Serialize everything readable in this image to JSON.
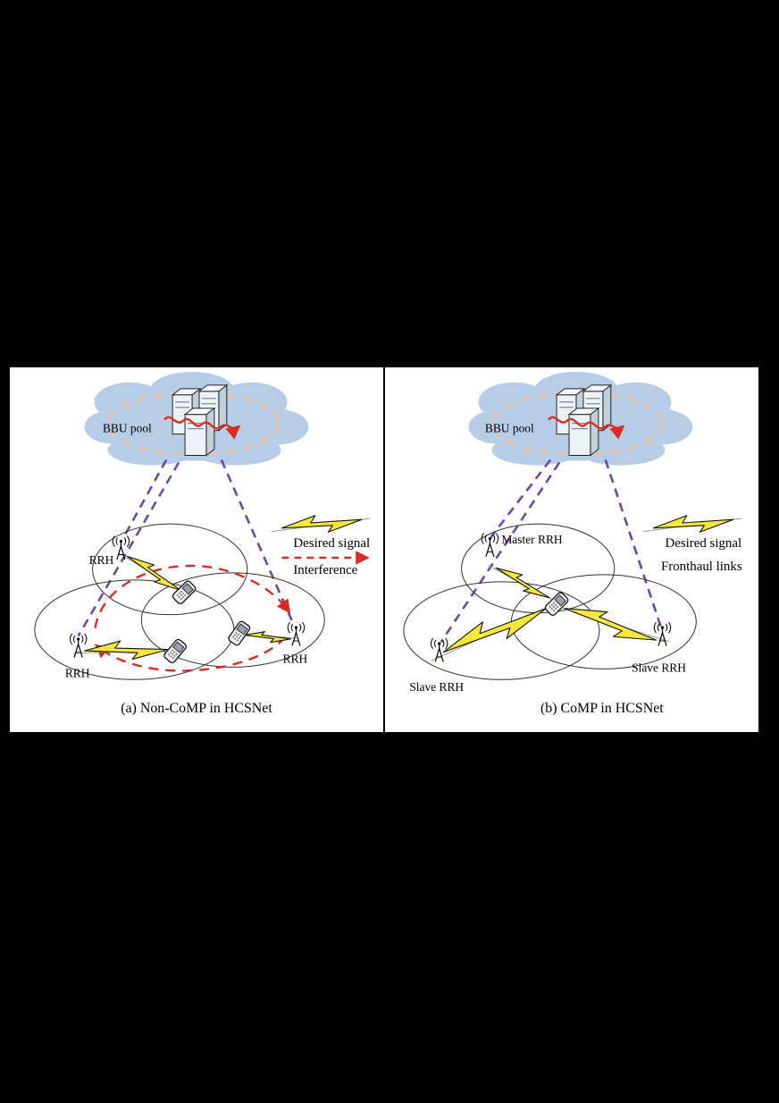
{
  "figure": {
    "colors": {
      "panel_background": "#ffffff",
      "page_background": "#000000",
      "cloud": "#b7cde7",
      "cloud_dashed_ring": "#f2bf92",
      "fronthaul_purple": "#6f46a8",
      "desired_signal_yellow": "#f6e838",
      "interference_red": "#db2b20"
    },
    "panel_a": {
      "bbu_label": "BBU pool",
      "rrh_top": "RRH",
      "rrh_left": "RRH",
      "rrh_right": "RRH",
      "legend_desired": "Desired signal",
      "legend_interference": "Interference",
      "caption": "(a) Non-CoMP in HCSNet"
    },
    "panel_b": {
      "bbu_label": "BBU pool",
      "rrh_master": "Master RRH",
      "rrh_slave_left": "Slave RRH",
      "rrh_slave_right": "Slave RRH",
      "legend_desired": "Desired signal",
      "legend_fronthaul": "Fronthaul links",
      "caption": "(b) CoMP in HCSNet"
    }
  }
}
